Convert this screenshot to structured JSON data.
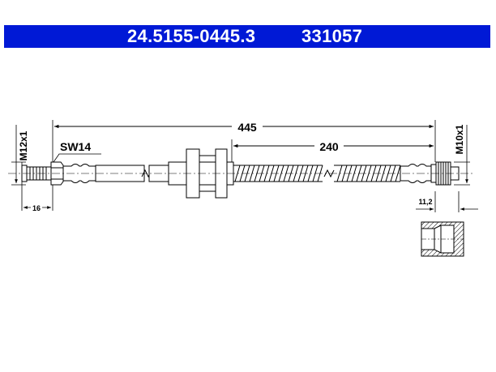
{
  "header": {
    "part_number": "24.5155-0445.3",
    "ref_number": "331057",
    "banner_color": "#0019d6"
  },
  "dimensions": {
    "total_length": "445",
    "hose_length": "240",
    "thread_left": "M12x1",
    "thread_right": "M10x1",
    "wrench_size": "SW14",
    "left_end": "16",
    "right_end": "11,2"
  }
}
